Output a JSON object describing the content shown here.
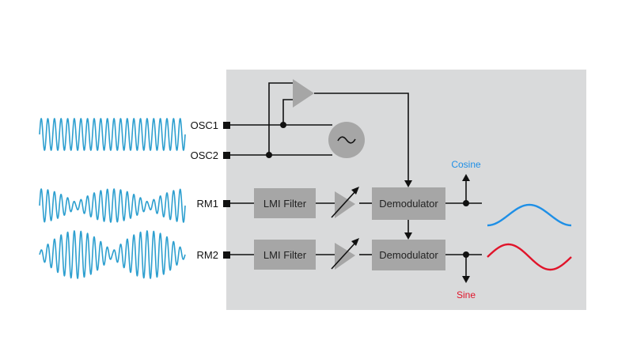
{
  "pins": {
    "osc1": "OSC1",
    "osc2": "OSC2",
    "rm1": "RM1",
    "rm2": "RM2"
  },
  "blocks": {
    "filter1": "LMI Filter",
    "filter2": "LMI Filter",
    "demod1": "Demodulator",
    "demod2": "Demodulator"
  },
  "outputs": {
    "cosine": "Cosine",
    "sine": "Sine"
  },
  "colors": {
    "chip_fill": "#d9dadb",
    "block_fill": "#a6a6a6",
    "wire": "#111111",
    "waveform": "#2d9fcf",
    "cosine": "#1e8fe6",
    "sine": "#e0142a"
  }
}
